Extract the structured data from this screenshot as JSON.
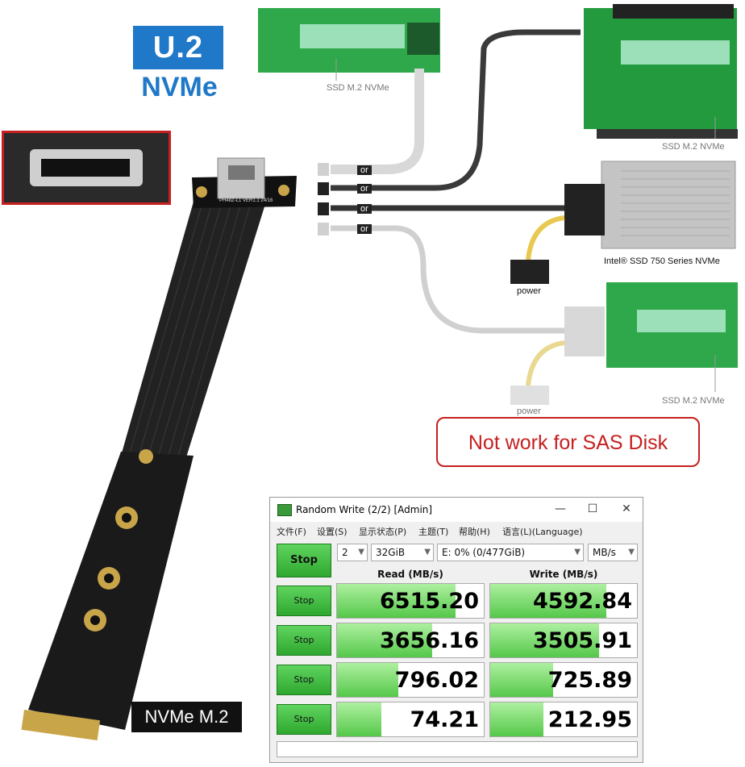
{
  "logo": {
    "line1": "U.2",
    "line2": "NVMe"
  },
  "labels": {
    "ssd_m2_top": "SSD M.2 NVMe",
    "ssd_m2_right": "SSD M.2 NVMe",
    "intel_ssd": "Intel® SSD 750 Series NVMe",
    "power1": "power",
    "power2": "power",
    "ssd_m2_bottom": "SSD M.2 NVMe",
    "or": "or",
    "pcb_silk": "PH48Z-L1 VER1.1 24/16"
  },
  "warning": "Not work for SAS Disk",
  "m2_label": "NVMe M.2",
  "colors": {
    "warning_red": "#c62020",
    "logo_blue": "#1f78c8",
    "bar_green": "#55c84a"
  },
  "bench": {
    "title": "Random Write (2/2) [Admin]",
    "controls": {
      "minimize": "—",
      "maximize": "☐",
      "close": "✕"
    },
    "menu": [
      "文件(F)",
      "设置(S)",
      "显示状态(P)",
      "主题(T)",
      "帮助(H)",
      "语言(L)(Language)"
    ],
    "count": "2",
    "size": "32GiB",
    "drive": "E: 0% (0/477GiB)",
    "unit": "MB/s",
    "main_button": "Stop",
    "headers": {
      "read": "Read (MB/s)",
      "write": "Write (MB/s)"
    },
    "rows": [
      {
        "button": "Stop",
        "read": "6515.20",
        "write": "4592.84",
        "read_fill": 0.81,
        "write_fill": 0.79
      },
      {
        "button": "Stop",
        "read": "3656.16",
        "write": "3505.91",
        "read_fill": 0.65,
        "write_fill": 0.74
      },
      {
        "button": "Stop",
        "read": "796.02",
        "write": "725.89",
        "read_fill": 0.42,
        "write_fill": 0.43
      },
      {
        "button": "Stop",
        "read": "74.21",
        "write": "212.95",
        "read_fill": 0.3,
        "write_fill": 0.36
      }
    ]
  }
}
